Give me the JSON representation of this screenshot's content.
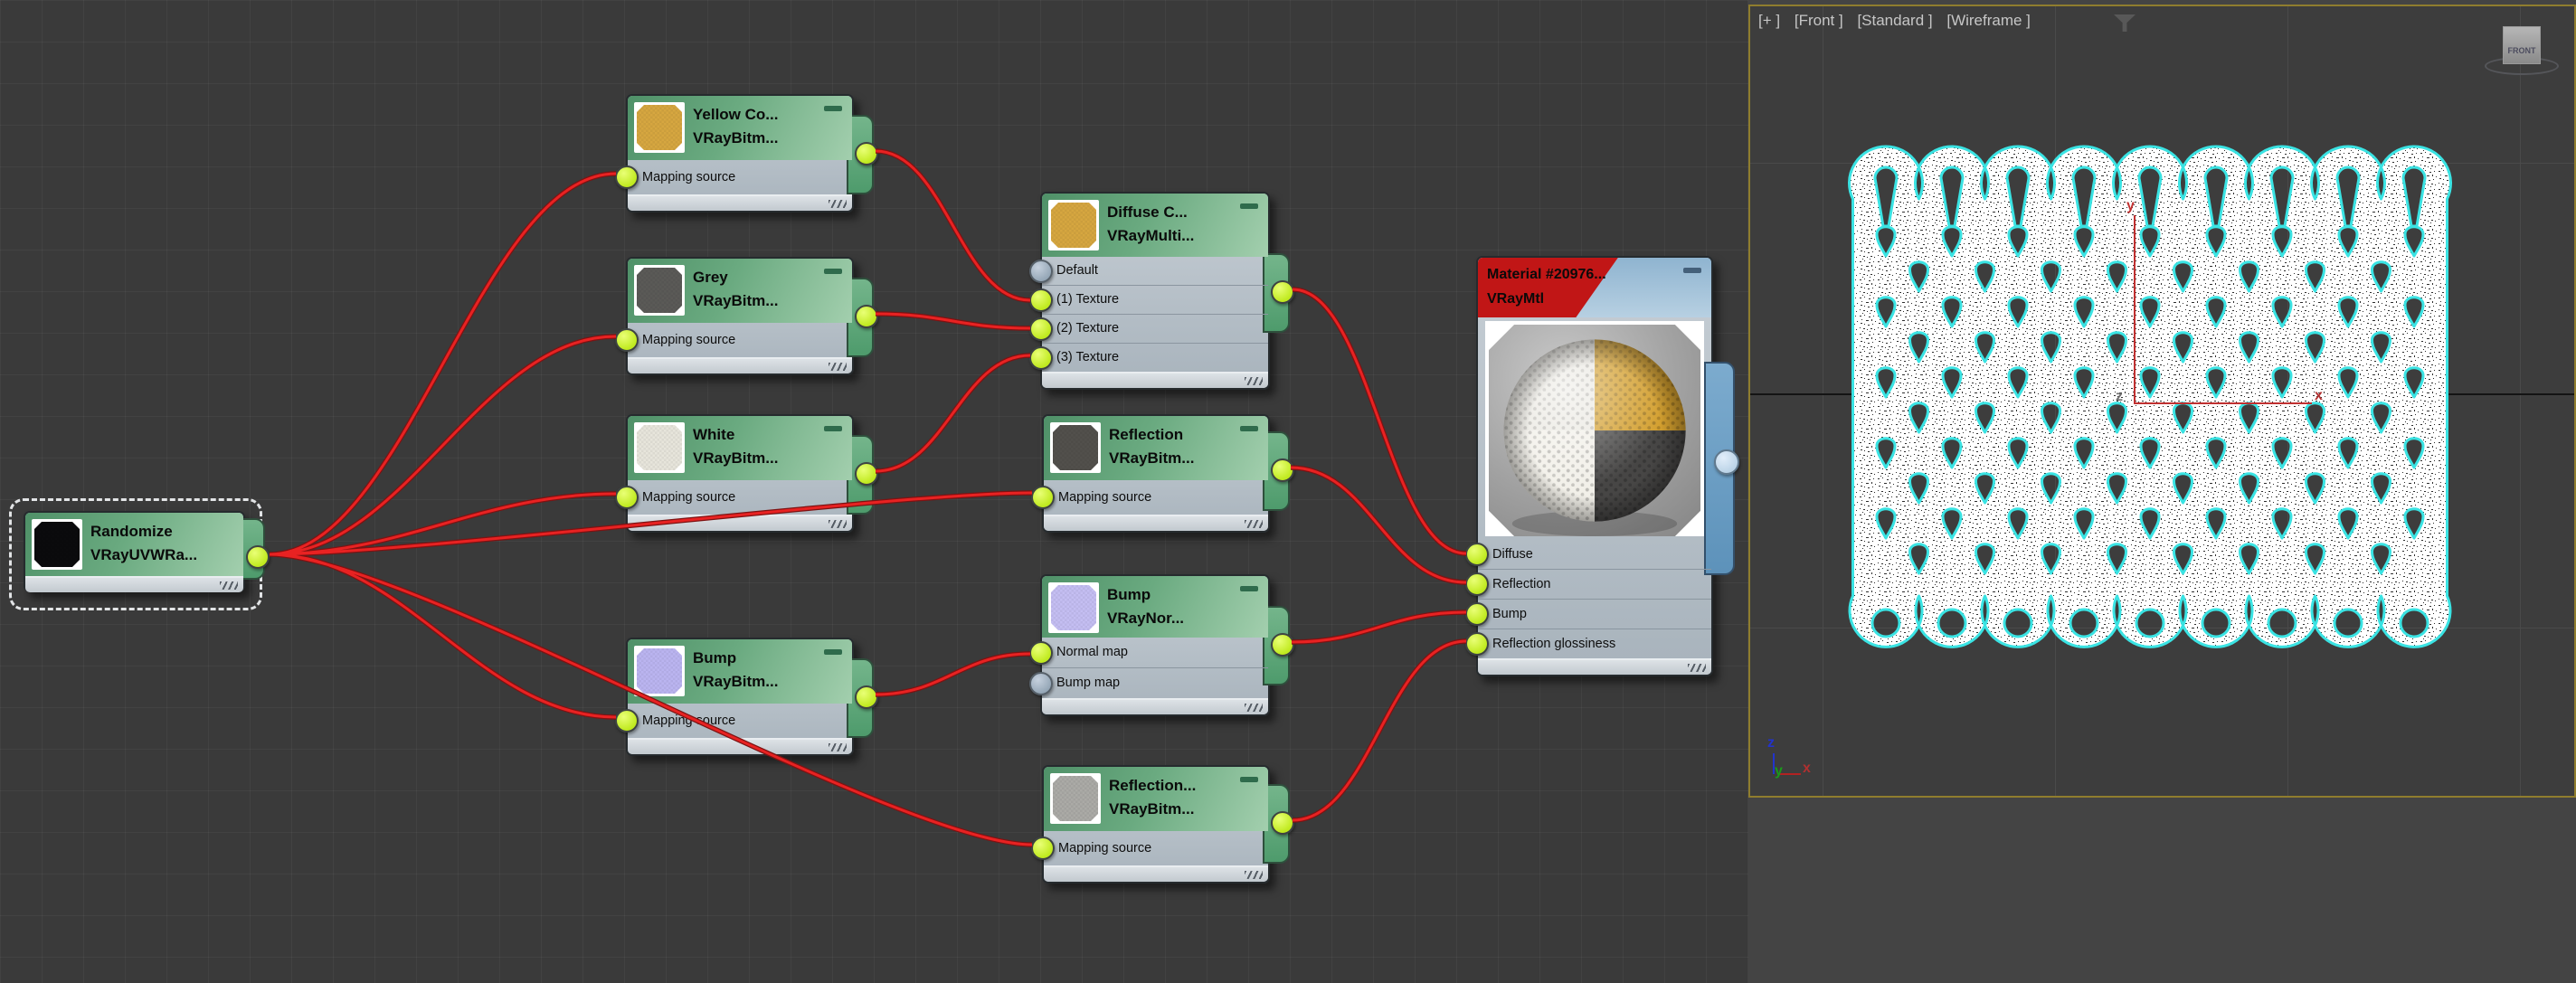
{
  "editor": {
    "nodes": [
      {
        "id": "randomize",
        "title": "Randomize",
        "subtitle": "VRayUVWRa...",
        "selected": true,
        "slots": []
      },
      {
        "id": "yellow-color",
        "title": "Yellow Co...",
        "subtitle": "VRayBitm...",
        "slots": [
          {
            "label": "Mapping source",
            "connected": true
          }
        ]
      },
      {
        "id": "grey",
        "title": "Grey",
        "subtitle": "VRayBitm...",
        "slots": [
          {
            "label": "Mapping source",
            "connected": true
          }
        ]
      },
      {
        "id": "white",
        "title": "White",
        "subtitle": "VRayBitm...",
        "slots": [
          {
            "label": "Mapping source",
            "connected": true
          }
        ]
      },
      {
        "id": "bump-bitmap",
        "title": "Bump",
        "subtitle": "VRayBitm...",
        "slots": [
          {
            "label": "Mapping source",
            "connected": true
          }
        ]
      },
      {
        "id": "diffuse-multi",
        "title": "Diffuse C...",
        "subtitle": "VRayMulti...",
        "slots": [
          {
            "label": "Default",
            "connected": false
          },
          {
            "label": "(1) Texture",
            "connected": true
          },
          {
            "label": "(2) Texture",
            "connected": true
          },
          {
            "label": "(3) Texture",
            "connected": true
          }
        ]
      },
      {
        "id": "reflection",
        "title": "Reflection",
        "subtitle": "VRayBitm...",
        "slots": [
          {
            "label": "Mapping source",
            "connected": true
          }
        ]
      },
      {
        "id": "bump-normal",
        "title": "Bump",
        "subtitle": "VRayNor...",
        "slots": [
          {
            "label": "Normal map",
            "connected": true
          },
          {
            "label": "Bump map",
            "connected": false
          }
        ]
      },
      {
        "id": "reflection-gloss",
        "title": "Reflection...",
        "subtitle": "VRayBitm...",
        "slots": [
          {
            "label": "Mapping source",
            "connected": true
          }
        ]
      },
      {
        "id": "material",
        "title": "Material #20976...",
        "subtitle": "VRayMtl",
        "slots": [
          {
            "label": "Diffuse",
            "connected": true
          },
          {
            "label": "Reflection",
            "connected": true
          },
          {
            "label": "Bump",
            "connected": true
          },
          {
            "label": "Reflection glossiness",
            "connected": true
          }
        ]
      }
    ]
  },
  "viewport": {
    "label_plus": "[+ ]",
    "label_view": "[Front ]",
    "label_shading": "[Standard ]",
    "label_style": "[Wireframe ]",
    "viewcube_face": "FRONT",
    "world_axis": {
      "x": "x",
      "y": "y",
      "z": "z"
    },
    "object_axis": {
      "x": "x",
      "y": "y",
      "z": "z"
    }
  },
  "colors": {
    "wire": "#e82222",
    "selection_outline": "#e2e4e6",
    "node_header_green": "#5aa173",
    "material_header_red": "#c11616",
    "material_header_blue": "#9dbfd8",
    "socket_connected": "#c8ef2e",
    "socket_free": "#9fb0bf",
    "wireframe_cyan": "#3ae3e3",
    "viewport_border": "#8f7d2e"
  }
}
